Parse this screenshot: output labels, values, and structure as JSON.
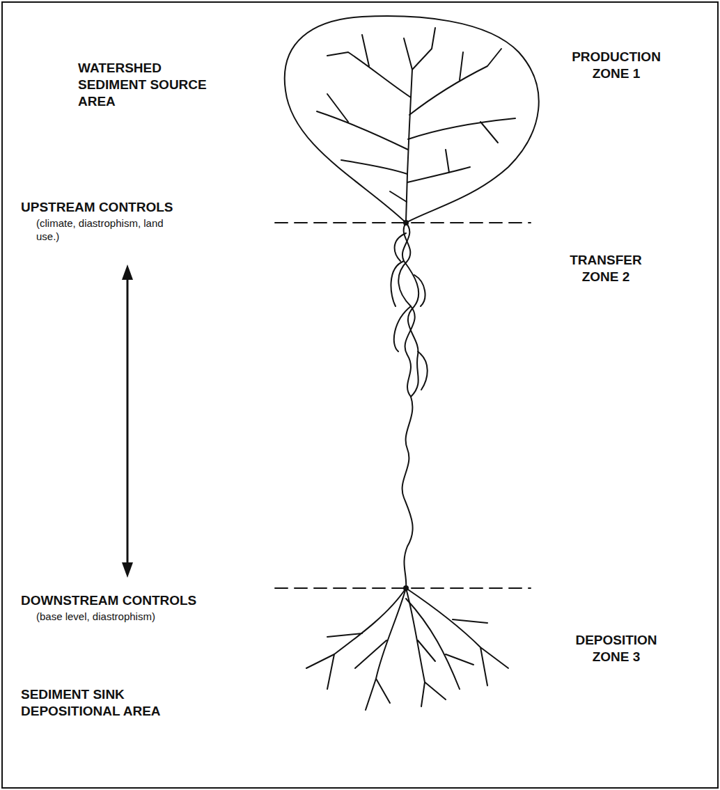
{
  "diagram": {
    "labels": [
      "WATERSHED SEDIMENT SOURCE AREA",
      "PRODUCTION ZONE 1",
      "UPSTREAM CONTROLS",
      "(climate, diastrophism, land use.)",
      "TRANSFER ZONE 2",
      "DOWNSTREAM CONTROLS",
      "(base level, diastrophism)",
      "DEPOSITION ZONE 3",
      "SEDIMENT SINK DEPOSITIONAL AREA"
    ]
  }
}
